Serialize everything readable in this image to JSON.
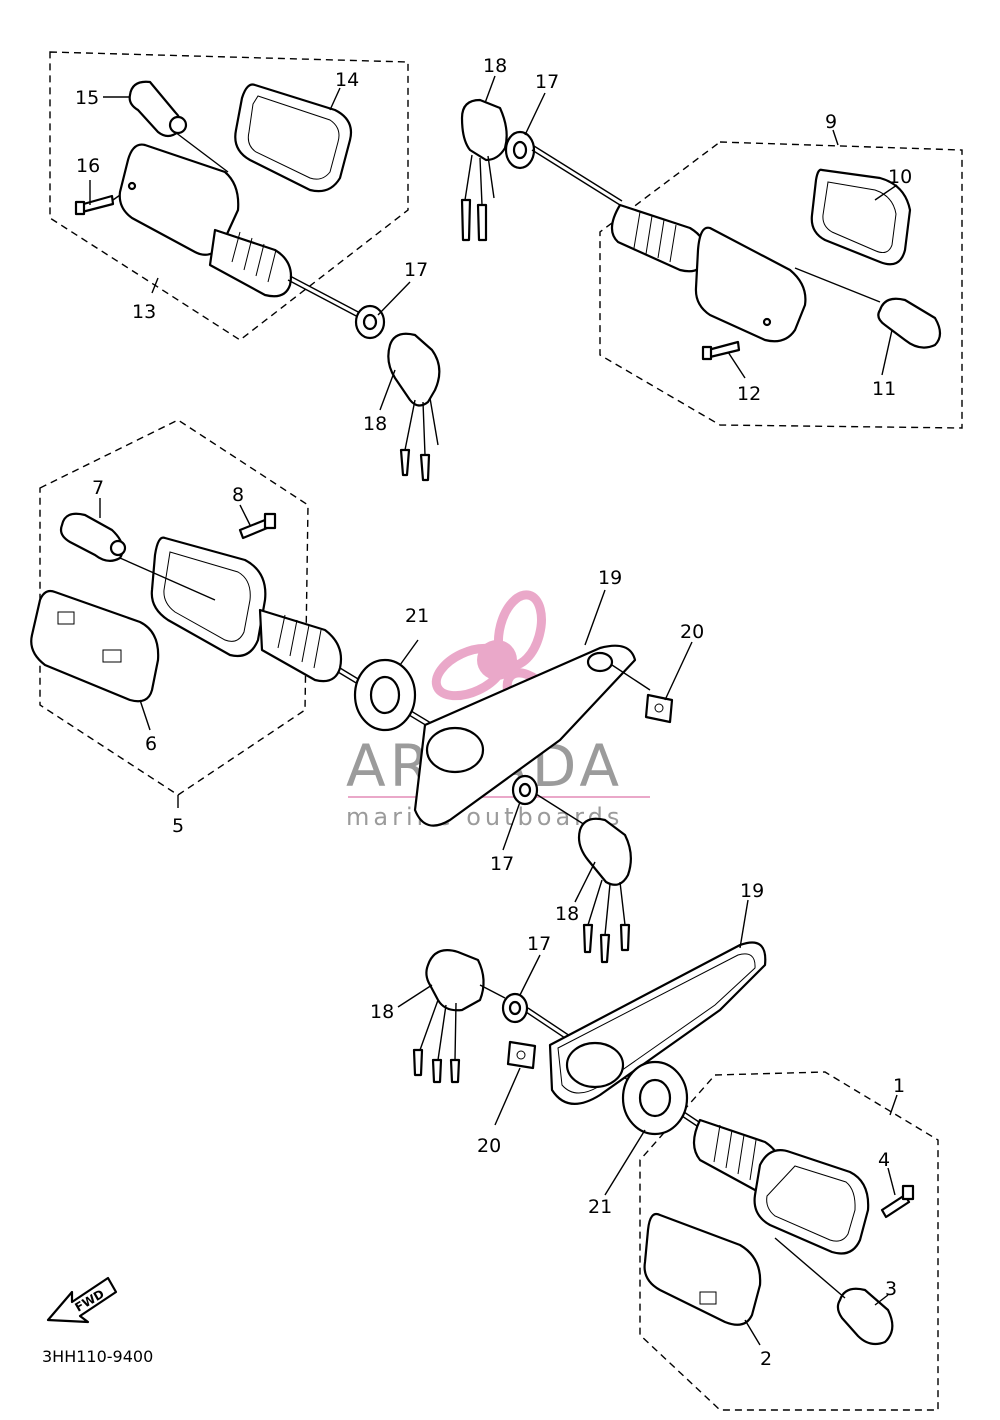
{
  "callouts": {
    "c1": "1",
    "c2": "2",
    "c3": "3",
    "c4": "4",
    "c5": "5",
    "c6": "6",
    "c7": "7",
    "c8": "8",
    "c9": "9",
    "c10": "10",
    "c11": "11",
    "c12": "12",
    "c13": "13",
    "c14": "14",
    "c15": "15",
    "c16": "16",
    "c17a": "17",
    "c17b": "17",
    "c17c": "17",
    "c17d": "17",
    "c18a": "18",
    "c18b": "18",
    "c18c": "18",
    "c18d": "18",
    "c19a": "19",
    "c19b": "19",
    "c20a": "20",
    "c20b": "20",
    "c21a": "21",
    "c21b": "21"
  },
  "fwd_label": "FWD",
  "diagram_code": "3HH110-9400",
  "watermark": {
    "title": "ARMADA",
    "subtitle": "marine outboards",
    "accent_color": "#e79ac0"
  }
}
